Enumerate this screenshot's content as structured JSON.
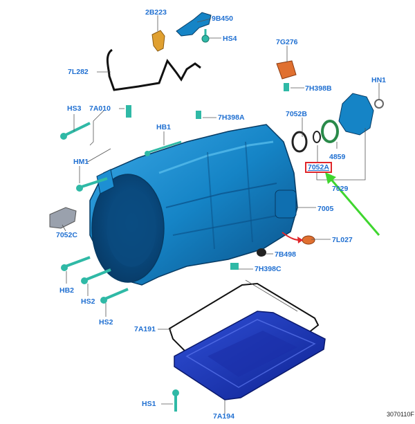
{
  "callouts": [
    {
      "id": "2B223",
      "text": "2B223"
    },
    {
      "id": "9B450",
      "text": "9B450"
    },
    {
      "id": "HS4",
      "text": "HS4"
    },
    {
      "id": "7G276",
      "text": "7G276"
    },
    {
      "id": "7L282",
      "text": "7L282"
    },
    {
      "id": "7H398B",
      "text": "7H398B"
    },
    {
      "id": "HN1",
      "text": "HN1"
    },
    {
      "id": "HS3",
      "text": "HS3"
    },
    {
      "id": "7A010",
      "text": "7A010"
    },
    {
      "id": "7H398A",
      "text": "7H398A"
    },
    {
      "id": "7052B",
      "text": "7052B"
    },
    {
      "id": "HB1",
      "text": "HB1"
    },
    {
      "id": "4859",
      "text": "4859"
    },
    {
      "id": "7052A",
      "text": "7052A"
    },
    {
      "id": "HM1",
      "text": "HM1"
    },
    {
      "id": "7029",
      "text": "7029"
    },
    {
      "id": "7005",
      "text": "7005"
    },
    {
      "id": "7052C",
      "text": "7052C"
    },
    {
      "id": "7L027",
      "text": "7L027"
    },
    {
      "id": "7B498",
      "text": "7B498"
    },
    {
      "id": "7H398C",
      "text": "7H398C"
    },
    {
      "id": "HB2",
      "text": "HB2"
    },
    {
      "id": "HS2a",
      "text": "HS2"
    },
    {
      "id": "HS2b",
      "text": "HS2"
    },
    {
      "id": "7A191",
      "text": "7A191"
    },
    {
      "id": "HS1",
      "text": "HS1"
    },
    {
      "id": "7A194",
      "text": "7A194"
    }
  ],
  "figure_code": "3070110F",
  "colors": {
    "label": "#1f6fd1",
    "case": "#1584c6",
    "case_dark": "#0b4f86",
    "bolt": "#2fb9a6",
    "pan": "#1533b8",
    "highlight": "#e0262a",
    "arrow": "#3fd62f",
    "bracket": "#e0a030",
    "seal": "#e07030"
  }
}
